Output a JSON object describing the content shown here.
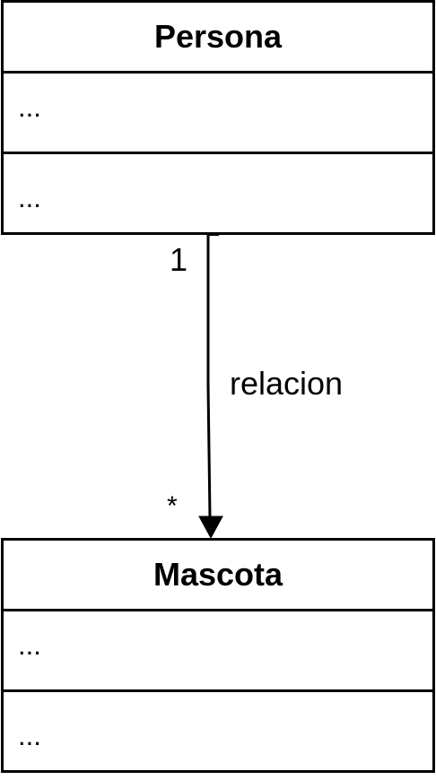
{
  "classes": [
    {
      "name": "Persona",
      "attributes": "...",
      "methods": "..."
    },
    {
      "name": "Mascota",
      "attributes": "...",
      "methods": "..."
    }
  ],
  "association": {
    "name": "relacion",
    "source_multiplicity": "1",
    "target_multiplicity": "*"
  }
}
